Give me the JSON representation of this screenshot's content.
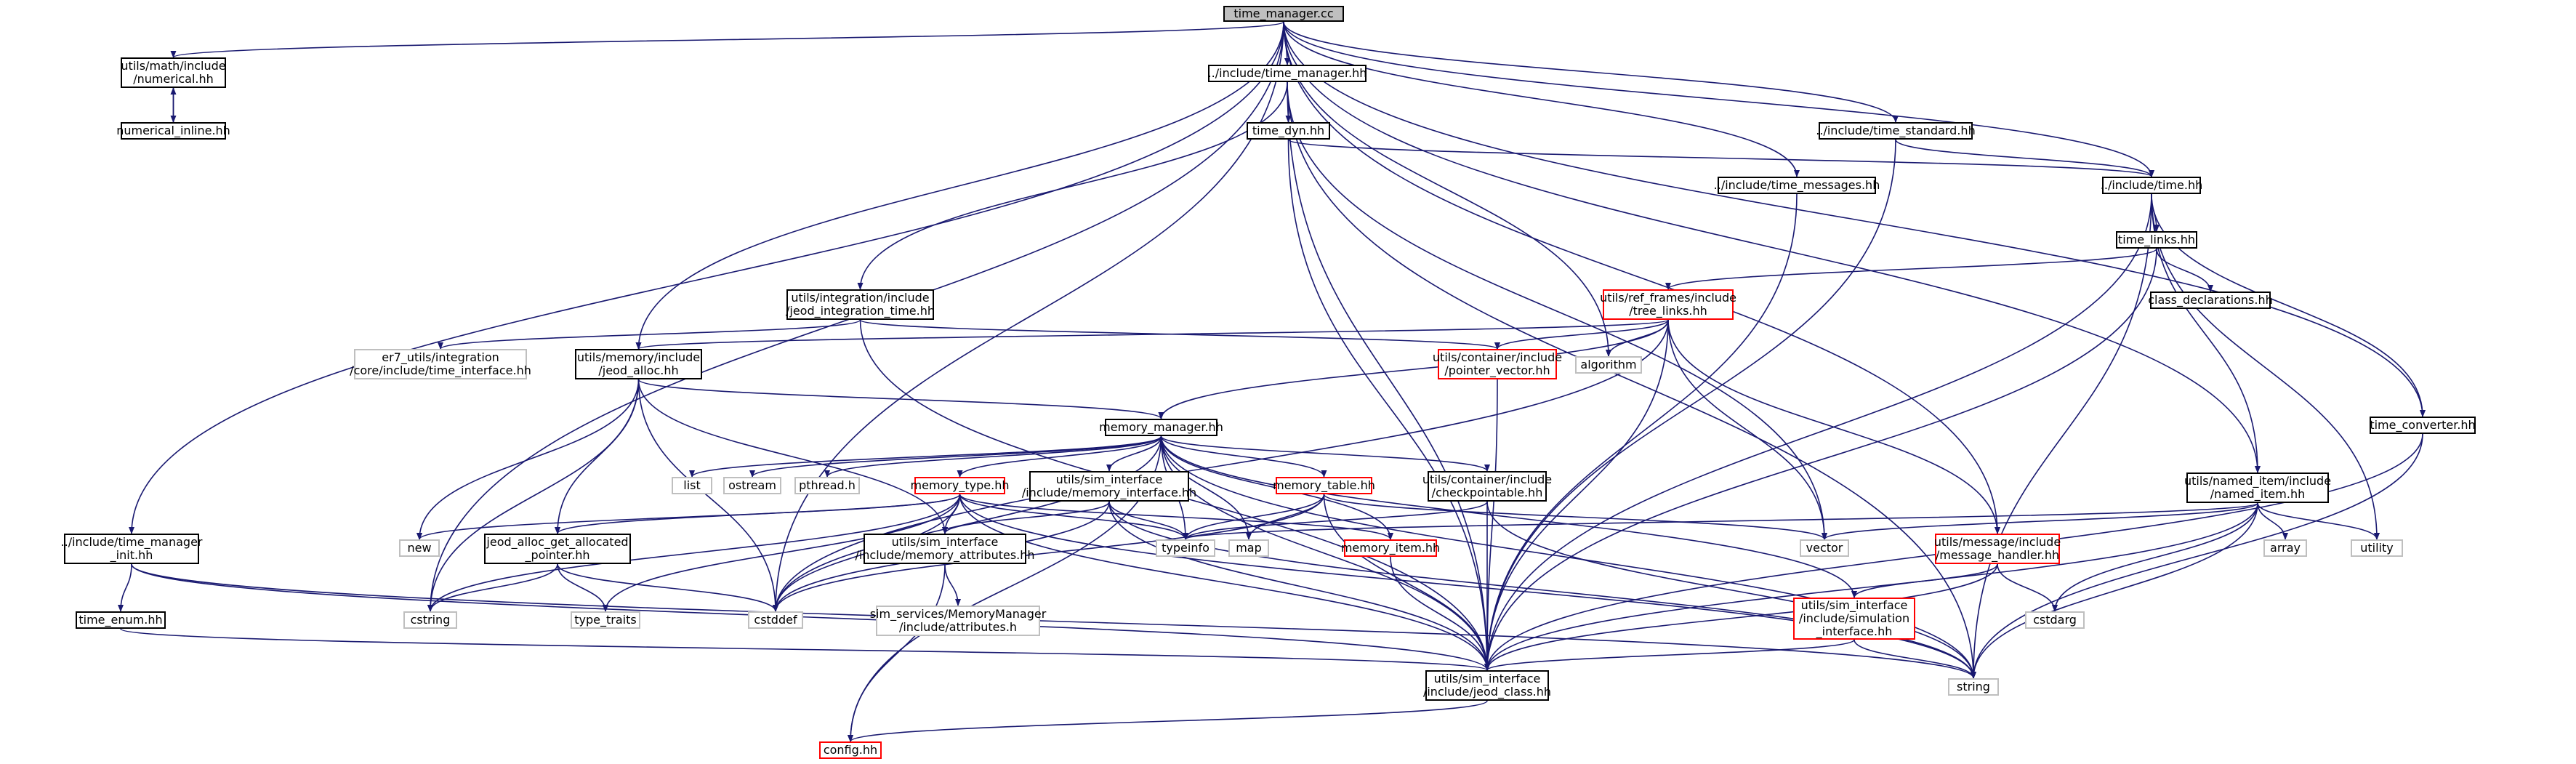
{
  "colors": {
    "edge": "#191970",
    "node_border": "#000000",
    "node_border_external": "#bfbfbf",
    "node_border_truncated": "#ff0000",
    "root_fill": "#bfbfbf"
  },
  "nodes": {
    "time_manager_cc": "time_manager.cc",
    "numerical_hh": "utils/math/include\n/numerical.hh",
    "numerical_inline_hh": "numerical_inline.hh",
    "time_manager_hh": "../include/time_manager.hh",
    "time_dyn_hh": "time_dyn.hh",
    "time_standard_hh": "../include/time_standard.hh",
    "time_messages_hh": "../include/time_messages.hh",
    "time_hh": "../include/time.hh",
    "time_links_hh": "time_links.hh",
    "class_declarations_hh": "class_declarations.hh",
    "jeod_integration_time_hh": "utils/integration/include\n/jeod_integration_time.hh",
    "er7_time_interface_hh": "er7_utils/integration\n/core/include/time_interface.hh",
    "jeod_alloc_hh": "utils/memory/include\n/jeod_alloc.hh",
    "tree_links_hh": "utils/ref_frames/include\n/tree_links.hh",
    "pointer_vector_hh": "utils/container/include\n/pointer_vector.hh",
    "algorithm": "algorithm",
    "memory_manager_hh": "memory_manager.hh",
    "list": "list",
    "ostream": "ostream",
    "pthread_h": "pthread.h",
    "memory_type_hh": "memory_type.hh",
    "memory_interface_hh": "utils/sim_interface\n/include/memory_interface.hh",
    "memory_table_hh": "memory_table.hh",
    "checkpointable_hh": "utils/container/include\n/checkpointable.hh",
    "time_converter_hh": "time_converter.hh",
    "named_item_hh": "utils/named_item/include\n/named_item.hh",
    "time_manager_init_hh": "../include/time_manager\n_init.hh",
    "time_enum_hh": "time_enum.hh",
    "new": "new",
    "jeod_alloc_get_allocated_pointer_hh": "jeod_alloc_get_allocated\n_pointer.hh",
    "memory_attributes_hh": "utils/sim_interface\n/include/memory_attributes.hh",
    "typeinfo": "typeinfo",
    "map": "map",
    "memory_item_hh": "memory_item.hh",
    "vector": "vector",
    "message_handler_hh": "utils/message/include\n/message_handler.hh",
    "array": "array",
    "utility": "utility",
    "cstring": "cstring",
    "type_traits": "type_traits",
    "cstddef": "cstddef",
    "sim_attributes_h": "sim_services/MemoryManager\n/include/attributes.h",
    "simulation_interface_hh": "utils/sim_interface\n/include/simulation\n_interface.hh",
    "cstdarg": "cstdarg",
    "jeod_class_hh": "utils/sim_interface\n/include/jeod_class.hh",
    "string": "string",
    "config_hh": "config.hh"
  }
}
